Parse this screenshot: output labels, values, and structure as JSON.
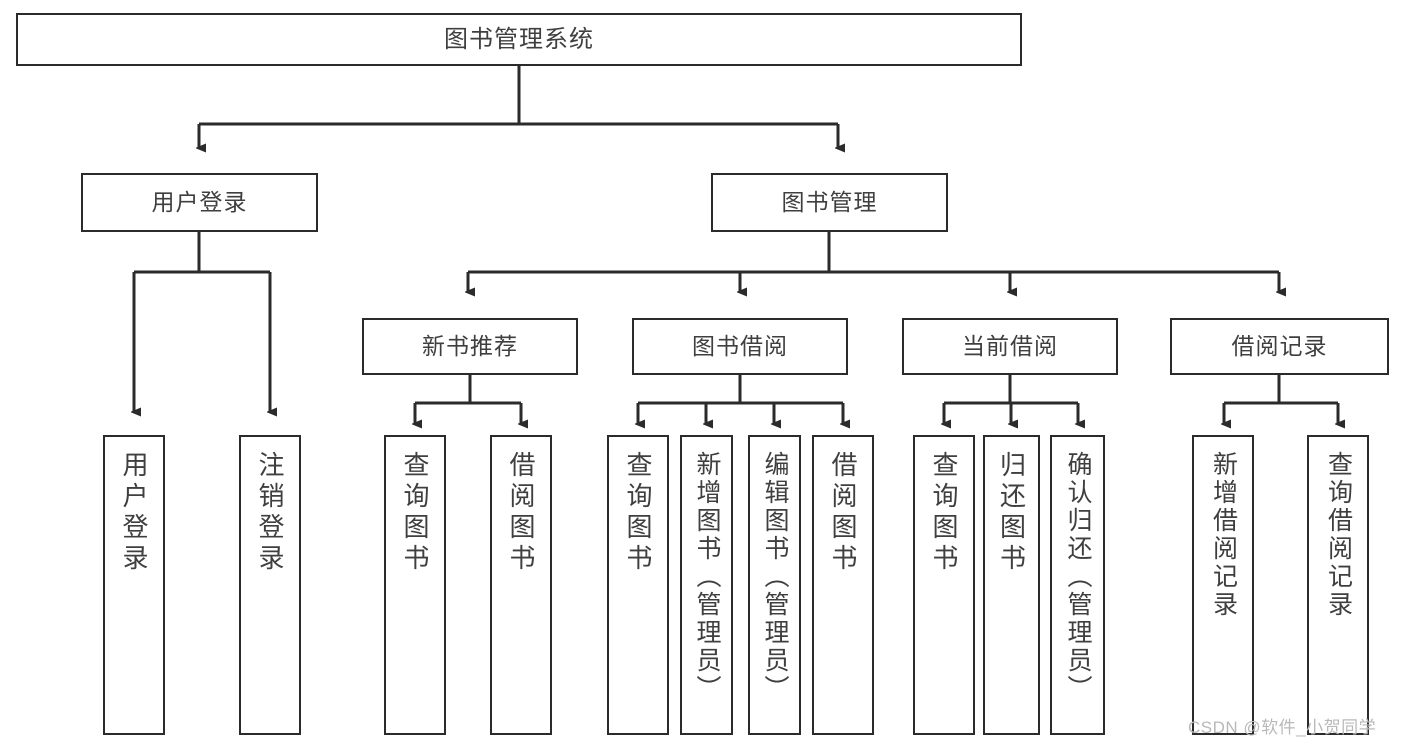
{
  "diagram": {
    "type": "tree",
    "title": "图书管理系统",
    "orientation": "top-down",
    "colors": {
      "background": "#ffffff",
      "node_border": "#2b2b2b",
      "node_fill": "#ffffff",
      "text": "#3f3f3f",
      "connector": "#2b2b2b",
      "watermark": "#b9b9b9"
    },
    "root": {
      "label": "图书管理系统"
    },
    "level1": [
      {
        "label": "用户登录"
      },
      {
        "label": "图书管理"
      }
    ],
    "level2": [
      {
        "label": "新书推荐"
      },
      {
        "label": "图书借阅"
      },
      {
        "label": "当前借阅"
      },
      {
        "label": "借阅记录"
      }
    ],
    "leaves": {
      "user_login": [
        {
          "label": "用户登录"
        },
        {
          "label": "注销登录"
        }
      ],
      "new_book_recommend": [
        {
          "label": "查询图书"
        },
        {
          "label": "借阅图书"
        }
      ],
      "book_borrow": [
        {
          "label": "查询图书"
        },
        {
          "label": "新增图书（管理员）"
        },
        {
          "label": "编辑图书（管理员）"
        },
        {
          "label": "借阅图书"
        }
      ],
      "current_borrow": [
        {
          "label": "查询图书"
        },
        {
          "label": "归还图书"
        },
        {
          "label": "确认归还（管理员）"
        }
      ],
      "borrow_record": [
        {
          "label": "新增借阅记录"
        },
        {
          "label": "查询借阅记录"
        }
      ]
    }
  },
  "watermark": {
    "text": "CSDN @软件_小贺同学"
  }
}
